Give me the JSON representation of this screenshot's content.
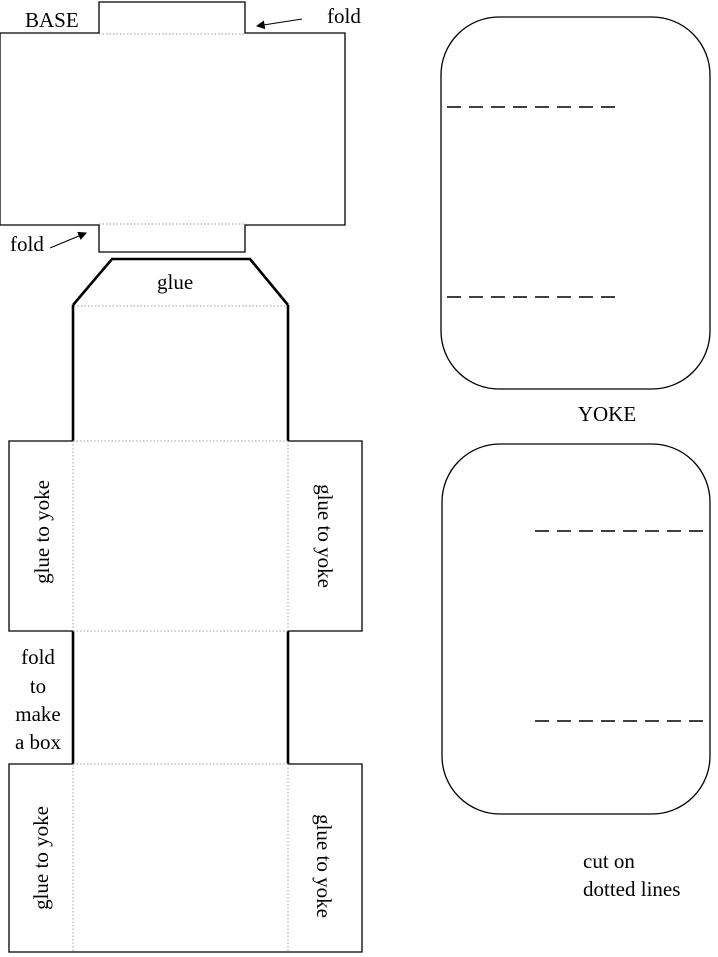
{
  "labels": {
    "base": "BASE",
    "fold_top": "fold",
    "fold_left": "fold",
    "glue": "glue",
    "glue_to_yoke": "glue to yoke",
    "fold_instruction": [
      "fold",
      "to",
      "make",
      "a box"
    ],
    "yoke": "YOKE",
    "cut_instruction": [
      "cut on",
      "dotted lines"
    ]
  },
  "colors": {
    "line": "#000000",
    "fold_line": "#9a9a9a",
    "background": "#ffffff"
  }
}
